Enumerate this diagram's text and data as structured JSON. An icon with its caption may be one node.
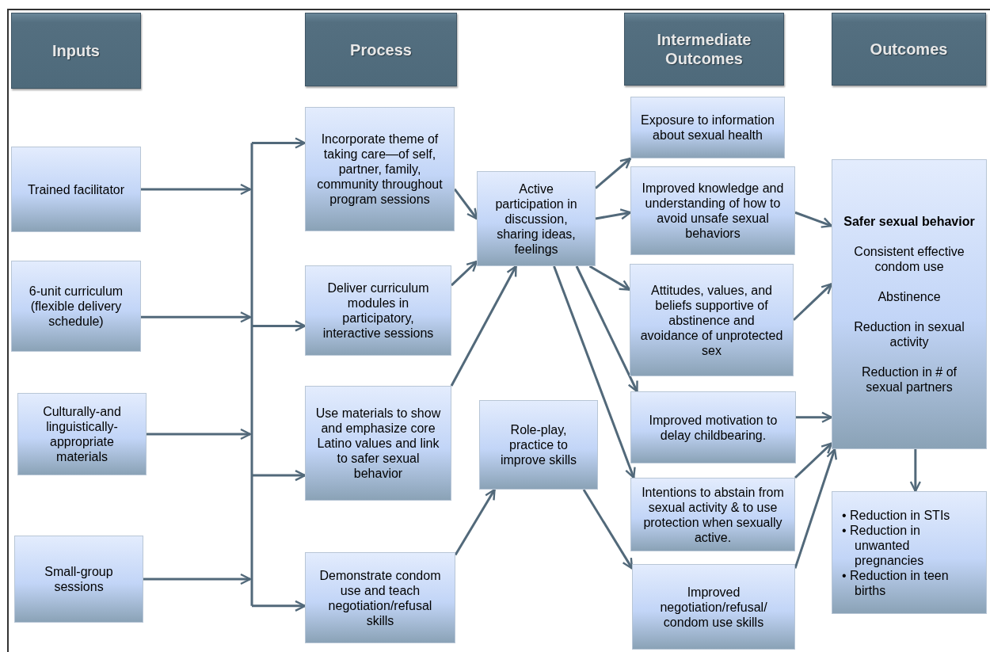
{
  "diagram": {
    "nodes": [
      {
        "text": [
          "Inputs"
        ]
      },
      {
        "text": [
          "Process"
        ]
      },
      {
        "text": [
          "Intermediate Outcomes"
        ]
      },
      {
        "text": [
          "Outcomes"
        ]
      },
      {
        "text": [
          "Trained facilitator"
        ]
      },
      {
        "text": [
          "6-unit curriculum (flexible delivery schedule)"
        ]
      },
      {
        "text": [
          "Culturally-and linguistically-appropriate materials"
        ]
      },
      {
        "text": [
          "Small-group sessions"
        ]
      },
      {
        "text": [
          "Incorporate theme of taking care—of self, partner, family, community throughout program sessions"
        ]
      },
      {
        "text": [
          "Deliver curriculum modules in participatory, interactive sessions"
        ]
      },
      {
        "text": [
          "Use materials to show and emphasize core Latino values and link to safer sexual behavior"
        ]
      },
      {
        "text": [
          "Demonstrate condom use and teach negotiation/refusal skills"
        ]
      },
      {
        "text": [
          "Active participation in discussion, sharing ideas, feelings"
        ]
      },
      {
        "text": [
          "Role-play, practice to improve skills"
        ]
      },
      {
        "text": [
          "Exposure to information about sexual health"
        ]
      },
      {
        "text": [
          "Improved knowledge and understanding of how to avoid unsafe sexual behaviors"
        ]
      },
      {
        "text": [
          "Attitudes, values, and beliefs supportive of abstinence and avoidance of unprotected sex"
        ]
      },
      {
        "text": [
          "Improved motivation to delay childbearing."
        ]
      },
      {
        "text": [
          "Intentions to abstain from sexual activity & to use protection when sexually active."
        ]
      },
      {
        "text": [
          "Improved negotiation/refusal/ condom use skills"
        ]
      },
      {
        "text": [
          "Safer sexual behavior",
          "Consistent effective condom use",
          "Abstinence",
          "Reduction in sexual activity",
          "Reduction in # of sexual partners"
        ]
      },
      {
        "text": [
          "• Reduction in STIs",
          "• Reduction in unwanted pregnancies",
          "• Reduction in teen births"
        ]
      }
    ],
    "edges": [
      {
        "from": 4,
        "to": 8,
        "arrow": "to"
      },
      {
        "from": 4,
        "to": 9,
        "arrow": "to"
      },
      {
        "from": 4,
        "to": 10,
        "arrow": "to"
      },
      {
        "from": 4,
        "to": 11,
        "arrow": "to"
      },
      {
        "from": 5,
        "to": 8,
        "arrow": "to"
      },
      {
        "from": 5,
        "to": 9,
        "arrow": "to"
      },
      {
        "from": 5,
        "to": 10,
        "arrow": "to"
      },
      {
        "from": 5,
        "to": 11,
        "arrow": "to"
      },
      {
        "from": 6,
        "to": 8,
        "arrow": "to"
      },
      {
        "from": 6,
        "to": 9,
        "arrow": "to"
      },
      {
        "from": 6,
        "to": 10,
        "arrow": "to"
      },
      {
        "from": 6,
        "to": 11,
        "arrow": "to"
      },
      {
        "from": 7,
        "to": 8,
        "arrow": "to"
      },
      {
        "from": 7,
        "to": 9,
        "arrow": "to"
      },
      {
        "from": 7,
        "to": 10,
        "arrow": "to"
      },
      {
        "from": 7,
        "to": 11,
        "arrow": "to"
      },
      {
        "from": 8,
        "to": 12,
        "arrow": "to"
      },
      {
        "from": 9,
        "to": 12,
        "arrow": "to"
      },
      {
        "from": 10,
        "to": 12,
        "arrow": "to"
      },
      {
        "from": 11,
        "to": 13,
        "arrow": "to"
      },
      {
        "from": 12,
        "to": 14,
        "arrow": "to"
      },
      {
        "from": 12,
        "to": 15,
        "arrow": "to"
      },
      {
        "from": 12,
        "to": 16,
        "arrow": "to"
      },
      {
        "from": 12,
        "to": 17,
        "arrow": "to"
      },
      {
        "from": 12,
        "to": 18,
        "arrow": "to"
      },
      {
        "from": 13,
        "to": 19,
        "arrow": "to"
      },
      {
        "from": 15,
        "to": 20,
        "arrow": "to"
      },
      {
        "from": 16,
        "to": 20,
        "arrow": "to"
      },
      {
        "from": 17,
        "to": 20,
        "arrow": "to"
      },
      {
        "from": 18,
        "to": 20,
        "arrow": "to"
      },
      {
        "from": 19,
        "to": 20,
        "arrow": "to"
      },
      {
        "from": 20,
        "to": 21,
        "arrow": "to"
      }
    ]
  }
}
